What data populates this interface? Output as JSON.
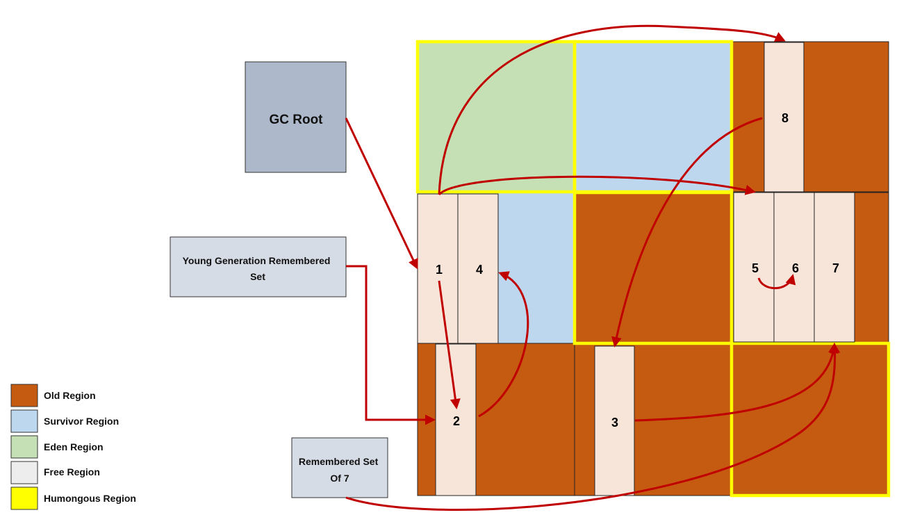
{
  "colors": {
    "old": "#c55a11",
    "survivor": "#bdd7ee",
    "eden": "#c5e0b4",
    "free": "#ededed",
    "humongous": "#ffff00",
    "object": "#f8e5d9",
    "box_gc": "#adb9ca",
    "box_rset": "#d6dce5",
    "arrow": "#c00000"
  },
  "boxes": {
    "gc_root": "GC Root",
    "young_rset": "Young Generation Remembered Set",
    "rset_of_7": "Remembered Set Of 7"
  },
  "objects": [
    "1",
    "2",
    "3",
    "4",
    "5",
    "6",
    "7",
    "8"
  ],
  "legend": [
    {
      "label": "Old Region",
      "color": "#c55a11"
    },
    {
      "label": "Survivor Region",
      "color": "#bdd7ee"
    },
    {
      "label": "Eden Region",
      "color": "#c5e0b4"
    },
    {
      "label": "Free Region",
      "color": "#ededed"
    },
    {
      "label": "Humongous Region",
      "color": "#ffff00"
    }
  ]
}
